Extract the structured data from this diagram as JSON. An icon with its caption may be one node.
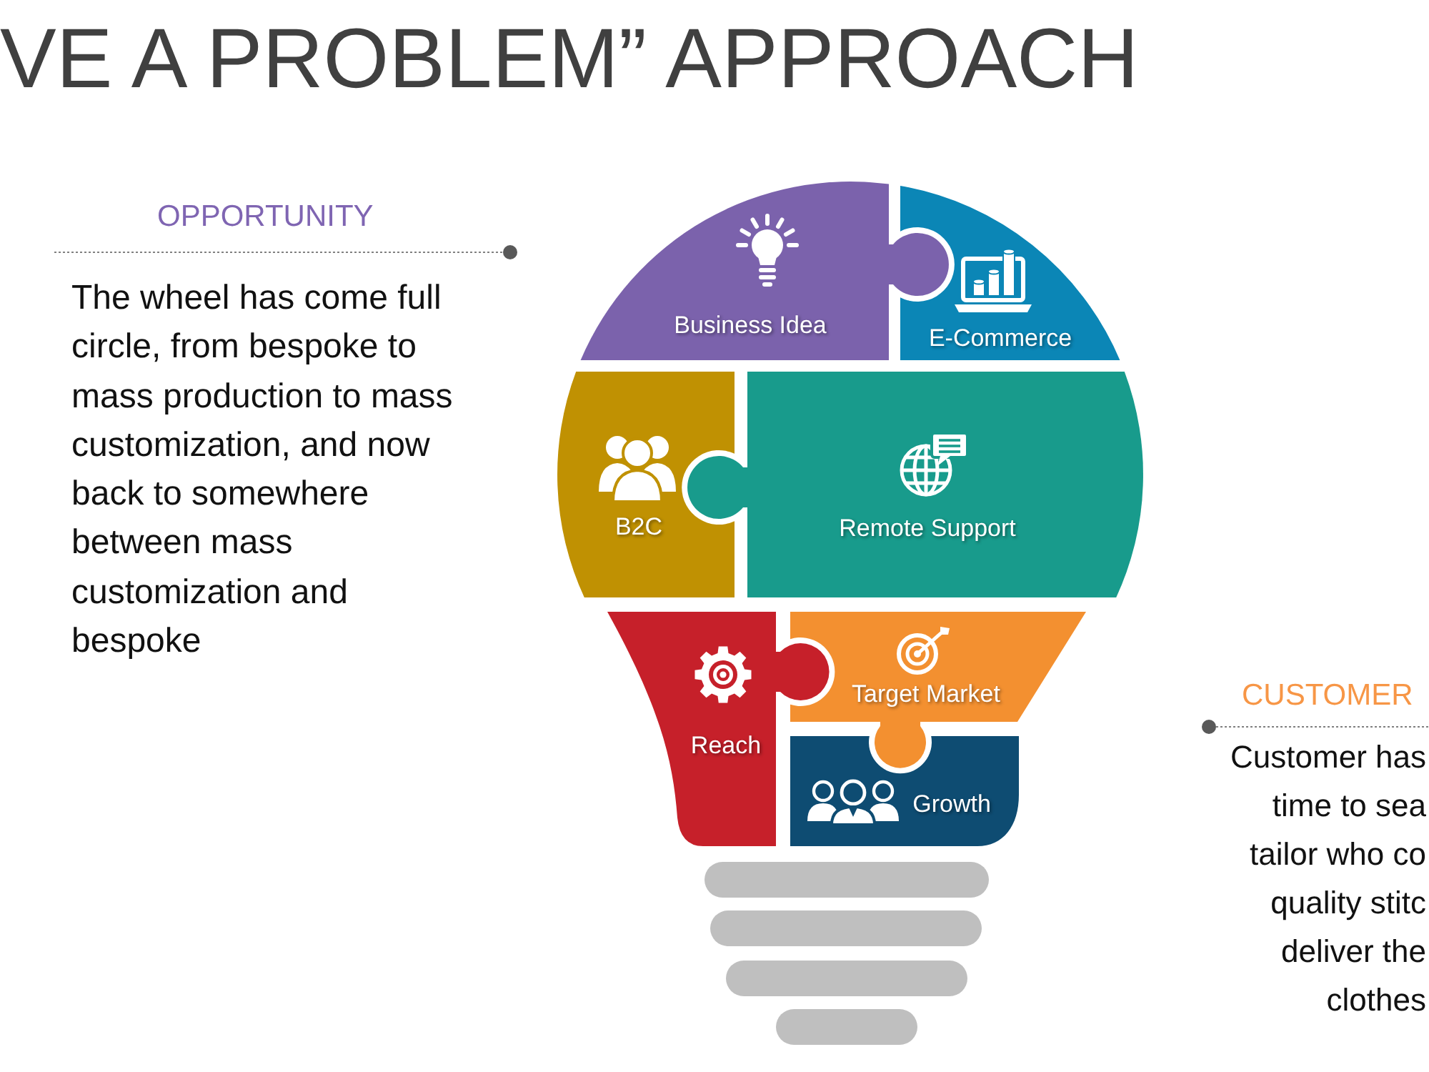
{
  "diagram": {
    "title": "VE A PROBLEM” APPROACH",
    "nodes": [
      {
        "text": [
          "Business Idea"
        ]
      },
      {
        "text": [
          "E-Commerce"
        ]
      },
      {
        "text": [
          "B2C"
        ]
      },
      {
        "text": [
          "Remote Support"
        ]
      },
      {
        "text": [
          "Reach"
        ]
      },
      {
        "text": [
          "Target Market"
        ]
      },
      {
        "text": [
          "Growth"
        ]
      }
    ],
    "labels": [
      "OPPORTUNITY",
      "The wheel has come full circle, from bespoke to mass production to mass customization, and now back to somewhere between mass customization and bespoke",
      "CUSTOMER",
      "Customer has time to sea tailor who co quality stitc deliver the clothes"
    ]
  }
}
